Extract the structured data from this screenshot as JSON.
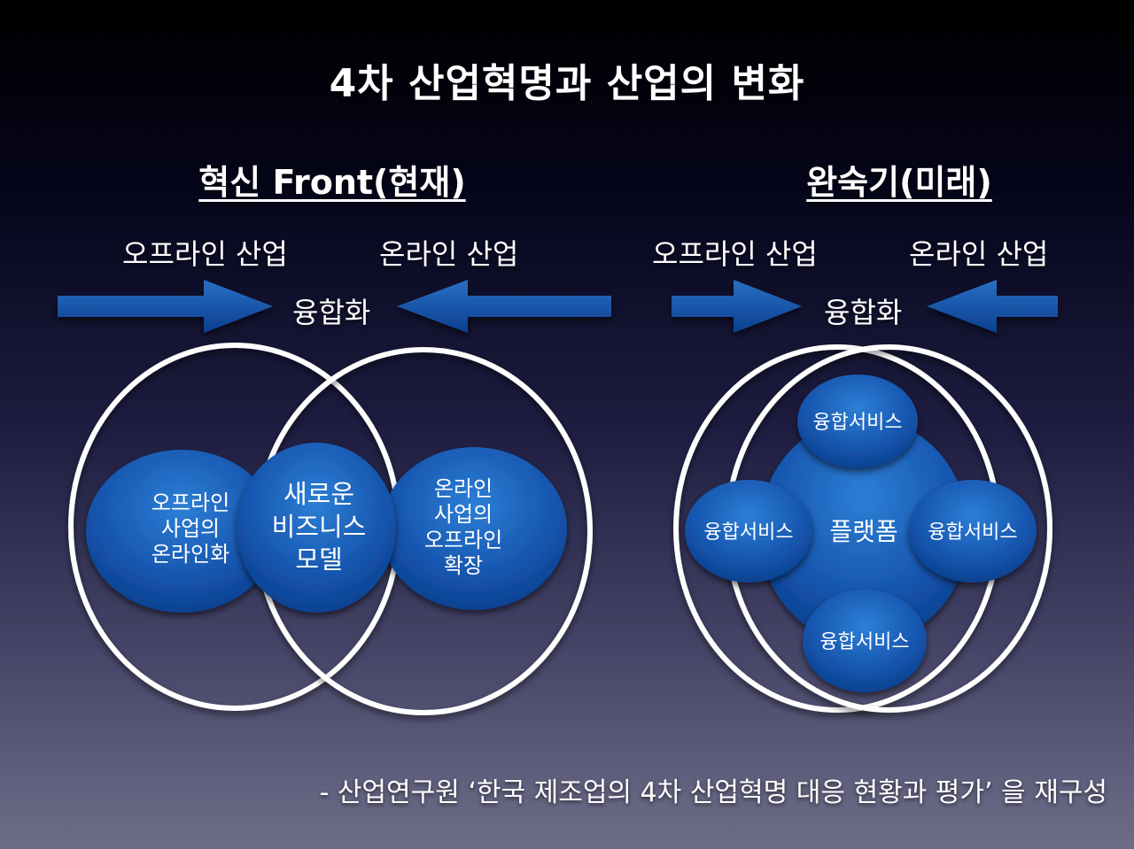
{
  "title": "4차 산업혁명과 산업의 변화",
  "left": {
    "heading": "혁신 Front(현재)",
    "offline_label": "오프라인 산업",
    "online_label": "온라인 산업",
    "fusion_label": "융합화",
    "left_circle": [
      "오프라인",
      "사업의",
      "온라인화"
    ],
    "center_circle": [
      "새로운",
      "비즈니스",
      "모델"
    ],
    "right_circle": [
      "온라인",
      "사업의",
      "오프라인",
      "확장"
    ]
  },
  "right": {
    "heading": "완숙기(미래)",
    "offline_label": "오프라인 산업",
    "online_label": "온라인 산업",
    "fusion_label": "융합화",
    "platform_label": "플랫폼",
    "services": [
      "융합서비스",
      "융합서비스",
      "융합서비스",
      "융합서비스"
    ]
  },
  "source_note": "- 산업연구원 ‘한국 제조업의 4차 산업혁명 대응 현황과 평가’ 을 재구성",
  "colors": {
    "blue_dark": "#0a3d8a",
    "blue_light": "#2d7fd6",
    "ring": "#ffffff"
  }
}
